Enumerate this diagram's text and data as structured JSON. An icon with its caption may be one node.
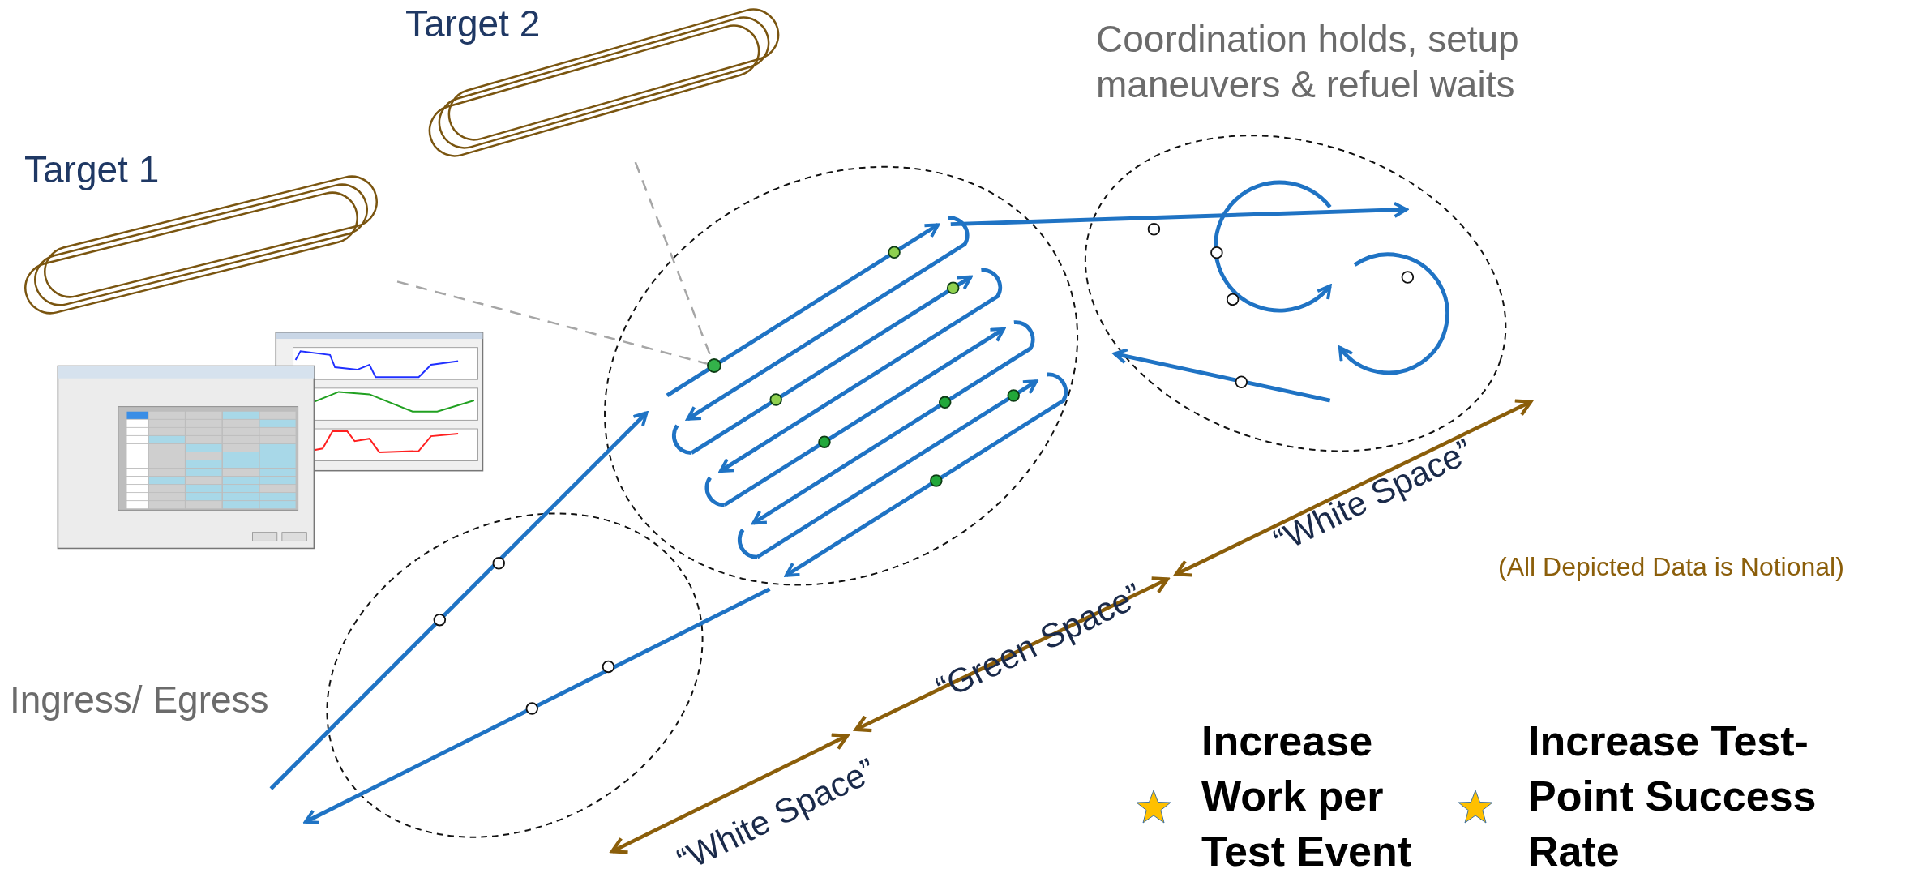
{
  "diagram": {
    "nodes": [
      {
        "text": [
          "Target 1"
        ]
      },
      {
        "text": [
          "Target 2"
        ]
      },
      {
        "text": [],
        "shape": "circle"
      }
    ],
    "edges": [
      {
        "from": 0,
        "to": 2,
        "arrow": "none",
        "style": "dashed"
      },
      {
        "from": 1,
        "to": 2,
        "arrow": "none",
        "style": "dashed"
      }
    ],
    "labels": [
      "Coordination holds, setup maneuvers & refuel waits",
      "Ingress/ Egress",
      "“White Space”",
      "(All Depicted Data is Notional)",
      "“Green Space”",
      "“White Space”",
      "Increase Work per Test Event",
      "Increase Test-Point Success Rate"
    ]
  }
}
